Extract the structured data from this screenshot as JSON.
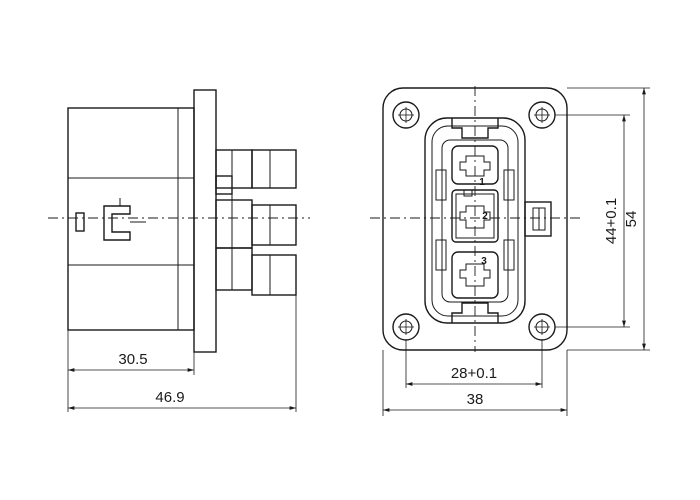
{
  "dimensions": {
    "side_flange_depth": "30.5",
    "side_overall_depth": "46.9",
    "front_hole_spacing_h": "28+0.1",
    "front_overall_width": "38",
    "front_hole_spacing_v": "44+0.1",
    "front_overall_height": "54"
  },
  "pins": [
    "1",
    "2",
    "3"
  ]
}
